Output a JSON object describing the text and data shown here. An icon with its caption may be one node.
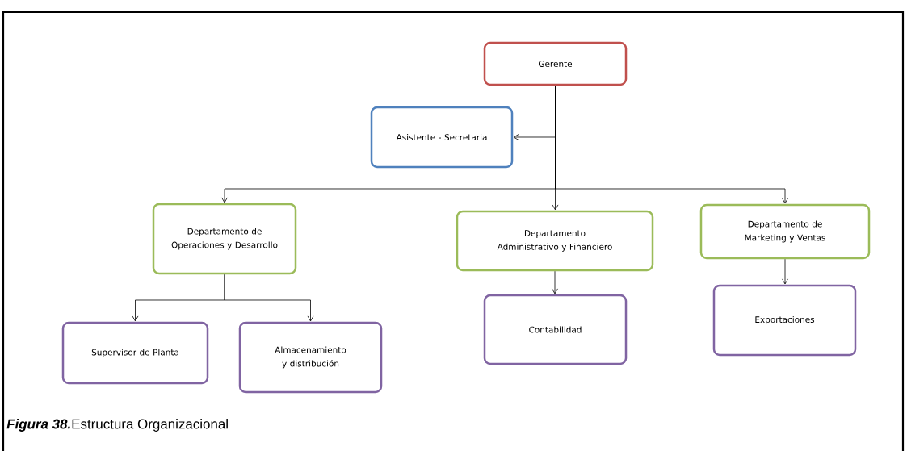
{
  "diagram": {
    "caption": "**Figura 38.**Estructura Organizacional",
    "nodes": [
      {
        "text": [
          "Gerente"
        ]
      },
      {
        "text": [
          "Asistente - Secretaria"
        ]
      },
      {
        "text": [
          "Departamento de Operaciones y Desarrollo"
        ]
      },
      {
        "text": [
          "Departamento Administrativo y Financiero"
        ]
      },
      {
        "text": [
          "Departamento de Marketing y Ventas"
        ]
      },
      {
        "text": [
          "Supervisor de Planta"
        ]
      },
      {
        "text": [
          "Almacenamiento y distribución"
        ]
      },
      {
        "text": [
          "Contabilidad"
        ]
      },
      {
        "text": [
          "Exportaciones"
        ]
      }
    ],
    "edges": [
      {
        "from": 0,
        "to": 1,
        "arrow": "to"
      },
      {
        "from": 0,
        "to": 2,
        "arrow": "to"
      },
      {
        "from": 0,
        "to": 3,
        "arrow": "to"
      },
      {
        "from": 0,
        "to": 4,
        "arrow": "to"
      },
      {
        "from": 2,
        "to": 5,
        "arrow": "to"
      },
      {
        "from": 2,
        "to": 6,
        "arrow": "to"
      },
      {
        "from": 3,
        "to": 7,
        "arrow": "to"
      },
      {
        "from": 4,
        "to": 8,
        "arrow": "to"
      }
    ]
  }
}
